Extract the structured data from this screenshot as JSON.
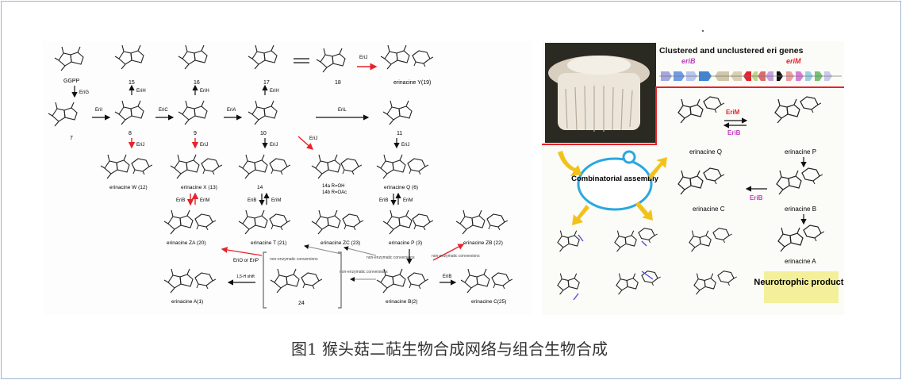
{
  "caption": "图1 猴头菇二萜生物合成网络与组合生物合成",
  "left_panel": {
    "row0": {
      "ggpp": "GGPP",
      "c15": "15",
      "c16": "16",
      "c17": "17",
      "c18": "18",
      "eriJ": "EriJ",
      "er_y": "erinacine Y(19)"
    },
    "row1": {
      "eriG": "EriG",
      "eriI": "EriI",
      "c8": "8",
      "eriC": "EriC",
      "c9": "9",
      "eriA": "EriA",
      "c10": "10",
      "eriL": "EriL",
      "c11": "11",
      "eriH1": "EriH",
      "eriH2": "EriH",
      "eriH3": "EriH",
      "c7": "7"
    },
    "row2": {
      "eriJ1": "EriJ",
      "eriJ2": "EriJ",
      "eriJ3": "EriJ",
      "eriJ4": "EriJ",
      "eriJ5": "EriJ",
      "er_w": "erinacine W (12)",
      "er_x": "erinacine X (13)",
      "c14": "14",
      "c14a": "14a  R=OH",
      "c14b": "14b  R=OAc",
      "er_q": "erinacine Q (6)"
    },
    "row3": {
      "eriB1": "EriB",
      "eriM1": "EriM",
      "eriB2": "EriB",
      "eriM2": "EriM",
      "eriB3": "EriB",
      "eriM3": "EriM"
    },
    "row4": {
      "er_za": "erinacine ZA (20)",
      "er_t": "erinacine T (21)",
      "er_zc": "erinacine ZC (23)",
      "er_p": "erinacine P (3)",
      "er_zb": "erinacine ZB (22)"
    },
    "row5": {
      "erio": "EriO or EriP",
      "nonenz1": "non-enzymatic conversions",
      "nonenz2": "non-enzymatic conversions",
      "nonenz3": "non-enzymatic conversions",
      "nonenz4": "non-enzymatic conversions",
      "shift": "1,5-H shift",
      "eriB": "EriB"
    },
    "row6": {
      "er_a": "erinacine A(1)",
      "c24": "24",
      "er_b": "erinacine B(2)",
      "er_c": "erinacine C(25)"
    }
  },
  "right_panel": {
    "title": "Clustered  and unclustered eri genes",
    "eriB_label": "eriB",
    "eriM_label": "eriM",
    "combo": "Combinatorial assembly",
    "er_q": "erinacine Q",
    "er_p": "erinacine P",
    "er_c": "erinacine C",
    "er_b": "erinacine B",
    "er_a": "erinacine A",
    "eriM": "EriM",
    "eriB1": "EriB",
    "eriB2": "EriB",
    "neuro": "Neurotrophic products"
  },
  "colors": {
    "red": "#e8222a",
    "blue": "#29a8e0",
    "purple": "#c23ec2",
    "yellow": "#f2c21a",
    "frame": "#9fb6cf"
  }
}
